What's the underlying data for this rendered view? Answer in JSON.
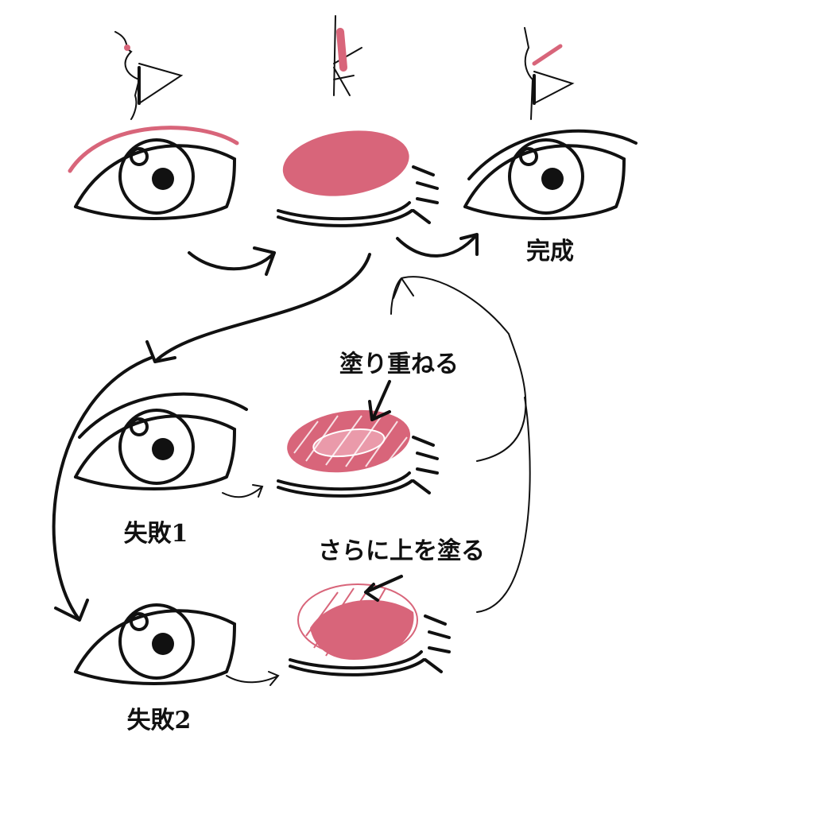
{
  "labels": {
    "complete": "完成",
    "layer_over": "塗り重ねる",
    "fail1": "失敗1",
    "paint_over": "さらに上を塗る",
    "fail2": "失敗2"
  },
  "colors": {
    "pink": "#d8657a",
    "ink": "#111111"
  }
}
